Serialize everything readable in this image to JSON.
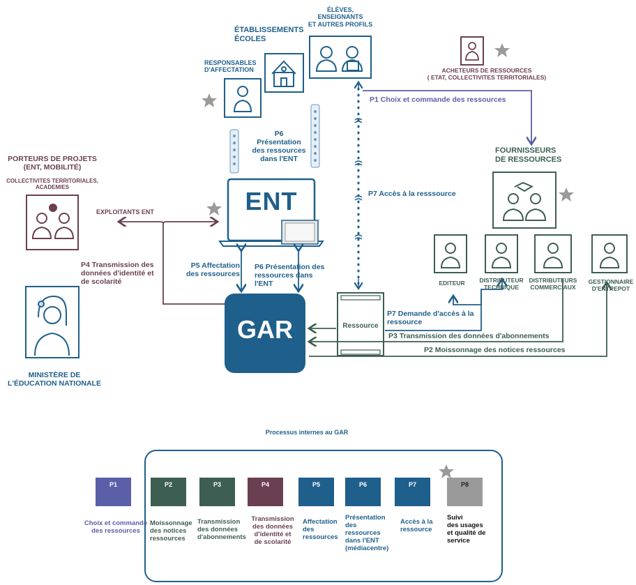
{
  "actors": {
    "etablissements": "ÉTABLISSEMENTS\nÉCOLES",
    "eleves": "ÉLÈVES,\nENSEIGNANTS\nET AUTRES PROFILS",
    "responsables": "RESPONSABLES\nD'AFFECTATION",
    "acheteurs": "ACHETEURS DE RESSOURCES\n( ETAT, COLLECTIVITES TERRITORIALES)",
    "fournisseurs": "FOURNISSEURS\nDE RESSOURCES",
    "porteurs_title": "PORTEURS DE PROJETS\n(ENT, MOBILITÉ)",
    "porteurs_sub": "COLLECTIVITES TERRITORIALES,\nACADEMIES",
    "exploitants": "EXPLOITANTS ENT",
    "ministere": "MINISTÈRE DE\nL'ÉDUCATION NATIONALE",
    "editeur": "EDITEUR",
    "distributeur_technique": "DISTRIBUTEUR\nTECHNIQUE",
    "distributeurs_commerciaux": "DISTRIBUTEURS\nCOMMERCIAUX",
    "gestionnaire": "GESTIONNAIRE\nD'ENTREPOT"
  },
  "systems": {
    "ent": "ENT",
    "gar": "GAR",
    "ressource": "Ressource"
  },
  "flows": {
    "p1": "P1 Choix et commande des ressources",
    "p2": "P2 Moissonnage des notices ressources",
    "p3": "P3 Transmission des données d'abonnements",
    "p4": "P4 Transmission des\ndonnées d'identité et\nde scolarité",
    "p5": "P5 Affectation\ndes ressources",
    "p6_top": "P6\nPrésentation\ndes ressources\ndans l'ENT",
    "p6_bottom": "P6 Présentation des\nressources dans l'ENT",
    "p7": "P7 Accès à la resssource",
    "p7_demande": "P7 Demande d'accès à la\nressource"
  },
  "internal": {
    "title": "Processus internes au GAR",
    "processes": [
      {
        "code": "P1",
        "label": "Choix et commande\ndes ressources",
        "color": "#5a5fa8"
      },
      {
        "code": "P2",
        "label": "Moissonnage\ndes notices\nressources",
        "color": "#3d5e52"
      },
      {
        "code": "P3",
        "label": "Transmission\ndes données\nd'abonnements",
        "color": "#3d5e52"
      },
      {
        "code": "P4",
        "label": "Transmission\ndes données\nd'identité et\nde scolarité",
        "color": "#6b3f52"
      },
      {
        "code": "P5",
        "label": "Affectation\ndes\nressources",
        "color": "#1f5f8b"
      },
      {
        "code": "P6",
        "label": "Présentation\ndes\nressources\ndans l'ENT\n(médiacentre)",
        "color": "#1f5f8b"
      },
      {
        "code": "P7",
        "label": "Accès à la\nressource",
        "color": "#1f5f8b"
      },
      {
        "code": "P8",
        "label": "Suivi\ndes usages\net qualité de\nservice",
        "color": "#9a9a9a"
      }
    ]
  },
  "colors": {
    "blue": "#1f5f8b",
    "plum": "#6b3f52",
    "green": "#3d5e52",
    "indigo": "#5a5fa8",
    "gar": "#1f5f8b",
    "star": "#9a9a9a"
  }
}
